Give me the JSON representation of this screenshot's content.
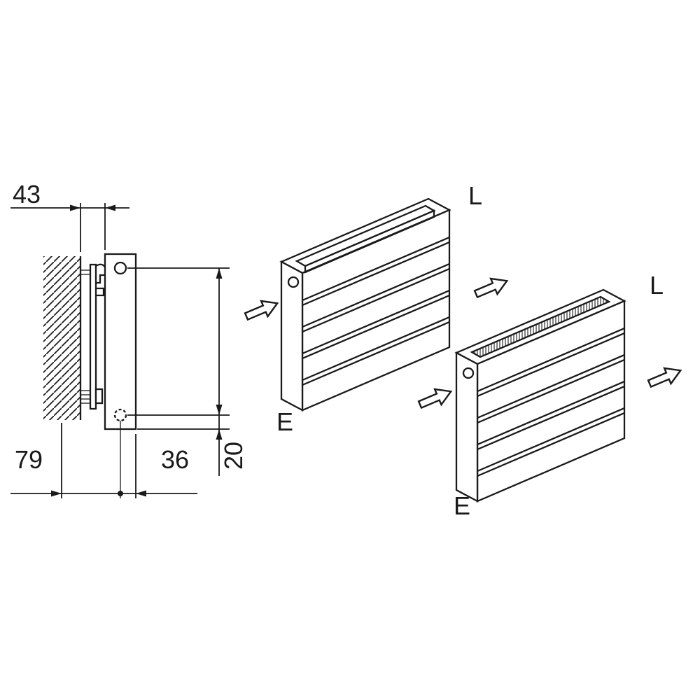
{
  "drawing": {
    "dimensions": {
      "wall_to_bracket": "43",
      "wall_to_pipe_center": "79",
      "pipe_center_to_front": "36",
      "pipe_center_to_bottom": "20"
    },
    "radiators": [
      {
        "supply_label": "L",
        "return_label": "E"
      },
      {
        "supply_label": "L",
        "return_label": "E"
      }
    ],
    "colors": {
      "line": "#1a1a1a",
      "background": "#ffffff"
    }
  }
}
